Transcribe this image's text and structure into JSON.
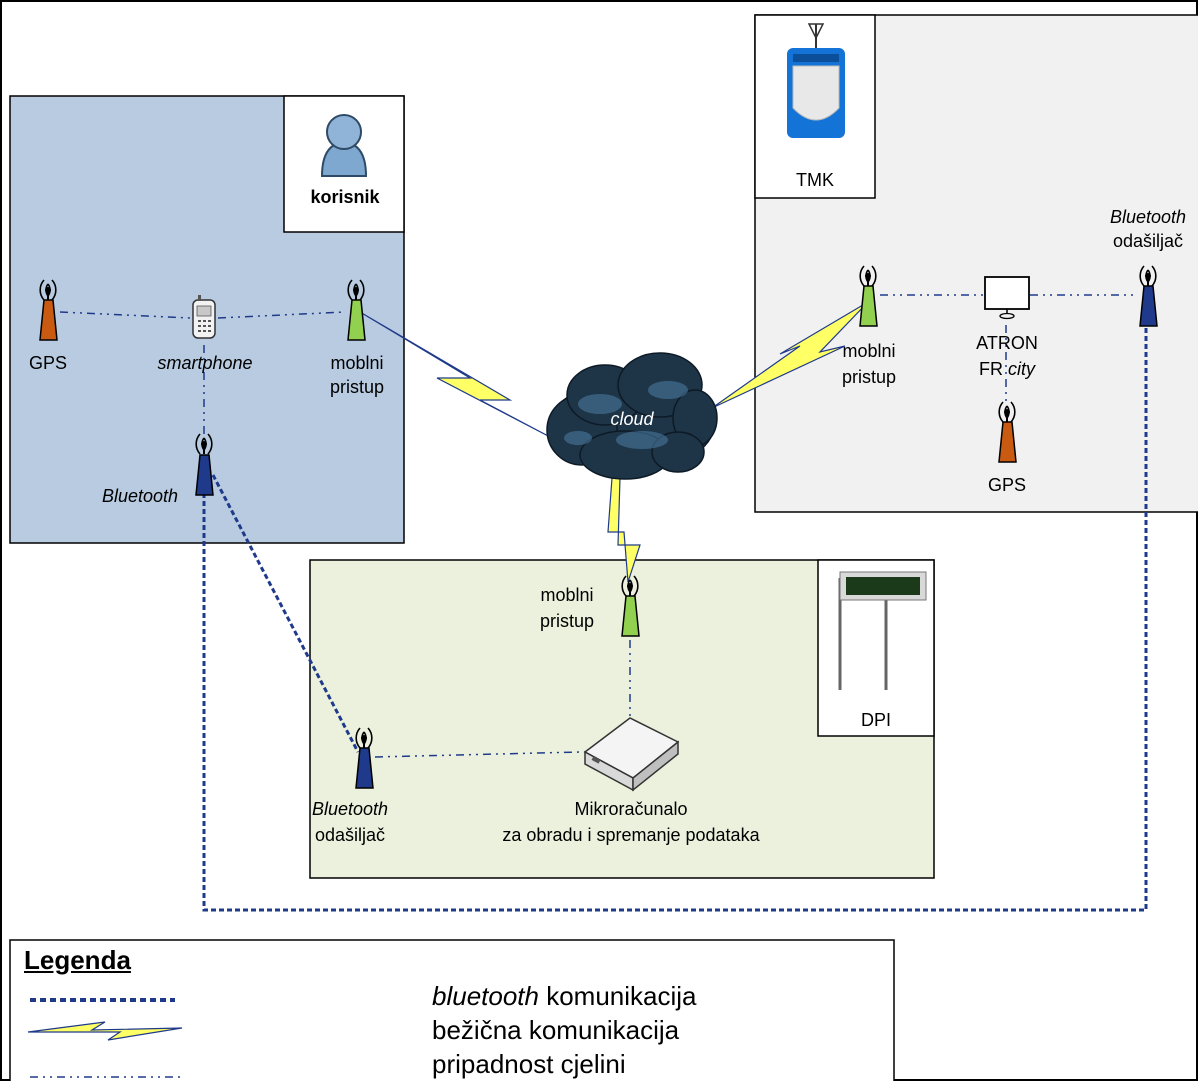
{
  "labels": {
    "korisnik": "korisnik",
    "gps": "GPS",
    "smartphone": "smartphone",
    "mobilni_l1": "moblni",
    "mobilni_l2": "pristup",
    "bluetooth": "Bluetooth",
    "cloud": "cloud",
    "tmk": "TMK",
    "bt_odasiljac_l1": "Bluetooth",
    "bt_odasiljac_l2": "odašiljač",
    "atron_l1": "ATRON",
    "atron_l2_a": "FR ",
    "atron_l2_b": "city",
    "dpi": "DPI",
    "mikro_l1": "Mikroračunalo",
    "mikro_l2": "za obradu i spremanje podataka"
  },
  "legend": {
    "title": "Legenda",
    "items": [
      {
        "text_italic": "bluetooth",
        "text": " komunikacija"
      },
      {
        "text_italic": "",
        "text": "bežična komunikacija"
      },
      {
        "text_italic": "",
        "text": "pripadnost cjelini"
      }
    ]
  },
  "colors": {
    "user_panel": "#b8cbe0",
    "tmk_panel": "#f1f1f1",
    "dpi_panel": "#ebf1dd",
    "gps_antenna": "#c85a12",
    "mobile_antenna": "#92d050",
    "bluetooth_antenna": "#1f3a8a",
    "bluetooth_line": "#1f3a8a",
    "wireless_bolt": "#ffff66",
    "cloud": "#1e3548"
  },
  "icons": [
    "user-icon",
    "smartphone-icon",
    "antenna-icon",
    "cloud-icon",
    "tmk-device-icon",
    "monitor-icon",
    "dpi-sign-icon",
    "microcomputer-icon"
  ]
}
